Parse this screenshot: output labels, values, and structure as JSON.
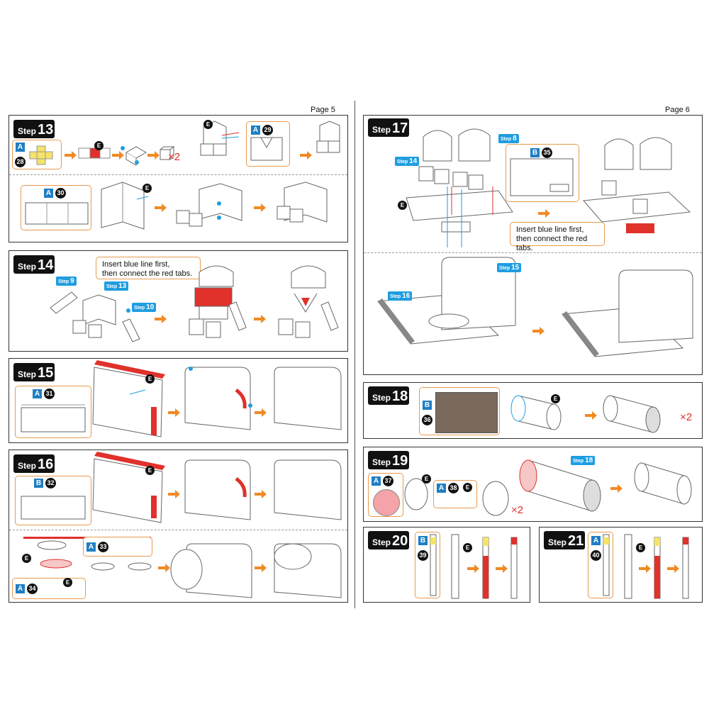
{
  "pages": {
    "left_label": "Page 5",
    "right_label": "Page 6"
  },
  "step_word": "Step",
  "colors": {
    "accent_orange": "#f08a24",
    "red_tab": "#e0312b",
    "blue_tag": "#1f9de0",
    "sheet_blue": "#1f7fc4",
    "callout_border": "#e89a4f"
  },
  "steps": {
    "s13": {
      "num": "13",
      "sheet_a": "A",
      "part_a": "28",
      "sheet_b": "A",
      "part_b": "29",
      "sheet_c": "A",
      "part_c": "30",
      "multiplier": "×2",
      "tool": "E"
    },
    "s14": {
      "num": "14",
      "note": "Insert blue line first,\nthen connect the red tabs.",
      "tag_left": "9",
      "tag_mid": "13",
      "tag_right": "10"
    },
    "s15": {
      "num": "15",
      "sheet": "A",
      "part": "31",
      "tool": "E"
    },
    "s16": {
      "num": "16",
      "sheet": "B",
      "part": "32",
      "sheet_b": "A",
      "part_b": "33",
      "sheet_c": "A",
      "part_c": "34",
      "tool": "E"
    },
    "s17": {
      "num": "17",
      "tag_a": "14",
      "tag_b": "8",
      "sheet": "B",
      "part": "35",
      "note": "Insert blue line first,\nthen connect the red tabs.",
      "tag_c": "16",
      "tag_d": "15",
      "tool": "E"
    },
    "s18": {
      "num": "18",
      "sheet": "B",
      "part": "36",
      "multiplier": "×2",
      "tool": "E"
    },
    "s19": {
      "num": "19",
      "sheet": "A",
      "part": "37",
      "sheet_b": "A",
      "part_b": "38",
      "multiplier": "×2",
      "tag": "18",
      "tool": "E"
    },
    "s20": {
      "num": "20",
      "sheet": "B",
      "part": "39",
      "tool": "E"
    },
    "s21": {
      "num": "21",
      "sheet": "A",
      "part": "40",
      "tool": "E"
    }
  },
  "icons": [
    "arrow-right-icon",
    "tool-e-icon",
    "blue-dot-icon"
  ]
}
